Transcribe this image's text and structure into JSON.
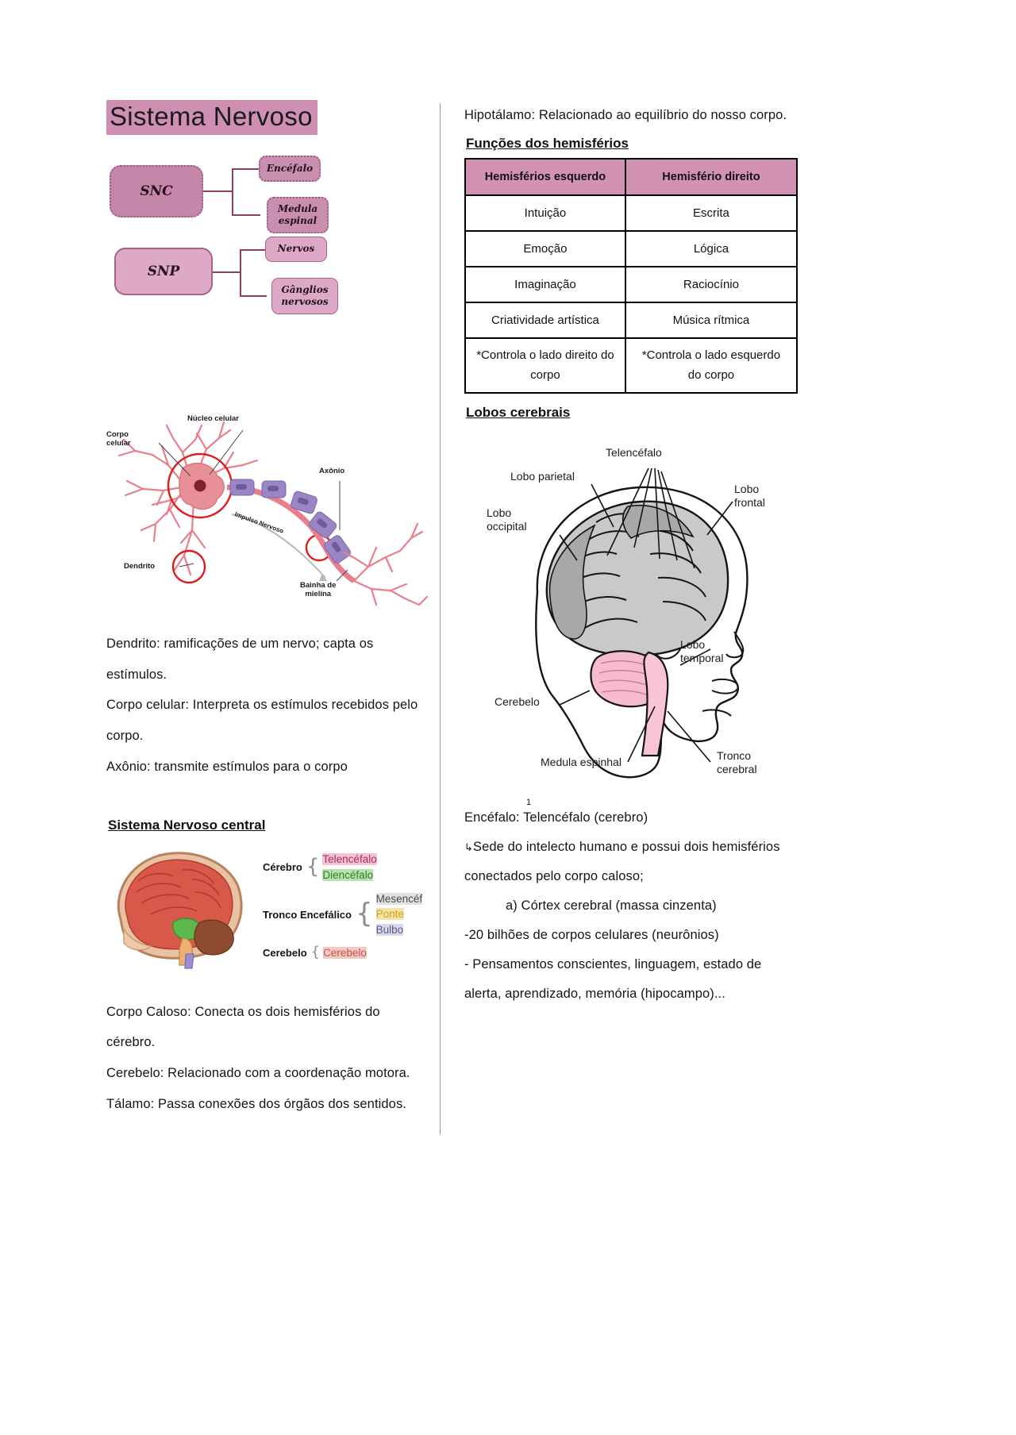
{
  "document": {
    "title": "Sistema Nervoso"
  },
  "left_column": {
    "flowchart": {
      "cns": {
        "root": "SNC",
        "children": [
          "Encéfalo",
          "Medula\nespinal"
        ]
      },
      "pns": {
        "root": "SNP",
        "children": [
          "Nervos",
          "Gânglios\nnervosos"
        ]
      }
    },
    "neuron_figure": {
      "labels": {
        "corpo_celular": "Corpo\ncelular",
        "nucleo_celular": "Núcleo celular",
        "axonio": "Axônio",
        "dendrito": "Dendrito",
        "bainha_mielina": "Bainha de\nmielina",
        "impulso_nervoso": "Impulso Nervoso"
      }
    },
    "definitions": [
      "Dendrito: ramificações de um  nervo; capta os estímulos.",
      "Corpo celular: Interpreta os estímulos recebidos pelo corpo.",
      "Axônio: transmite estímulos para o corpo"
    ],
    "section_heading": "Sistema Nervoso central",
    "brain_legend": [
      {
        "name": "Cérebro",
        "items": [
          {
            "text": "Telencéfalo",
            "color": "#b5295b",
            "highlight": "#f2c3d4"
          },
          {
            "text": "Diencéfalo",
            "color": "#2f7d32",
            "highlight": "#b9e3ac"
          }
        ]
      },
      {
        "name": "Tronco Encefálico",
        "items": [
          {
            "text": "Mesencéf",
            "color": "#4a4a4a",
            "highlight": "#e2e2e2"
          },
          {
            "text": "Ponte",
            "color": "#c9a227",
            "highlight": "#f5e3a8"
          },
          {
            "text": "Bulbo",
            "color": "#5b5b8a",
            "highlight": "#d9d9ea"
          }
        ]
      },
      {
        "name": "Cerebelo",
        "items": [
          {
            "text": "Cerebelo",
            "color": "#c0564a",
            "highlight": "#f4c9c2"
          }
        ]
      }
    ],
    "definitions_2": [
      "Corpo Caloso: Conecta os dois hemisférios do cérebro.",
      "Cerebelo: Relacionado com a coordenação motora.",
      "Tálamo: Passa conexões dos órgãos dos sentidos."
    ]
  },
  "right_column": {
    "intro_text": "Hipotálamo: Relacionado ao equilíbrio do nosso corpo.",
    "table_heading": "Funções dos hemisférios",
    "table": {
      "headers": [
        "Hemisférios esquerdo",
        "Hemisfério direito"
      ],
      "rows": [
        [
          "Intuição",
          "Escrita"
        ],
        [
          "Emoção",
          "Lógica"
        ],
        [
          "Imaginação",
          "Raciocínio"
        ],
        [
          "Criatividade artística",
          "Música rítmica"
        ],
        [
          "*Controla o lado direito do corpo",
          "*Controla o lado esquerdo do corpo"
        ]
      ]
    },
    "lobes_heading": "Lobos cerebrais",
    "lobes_figure": {
      "labels": {
        "telencefalo": "Telencéfalo",
        "lobo_parietal": "Lobo parietal",
        "lobo_frontal": "Lobo\nfrontal",
        "lobo_occipital": "Lobo\noccipital",
        "lobo_temporal": "Lobo\ntemporal",
        "cerebelo": "Cerebelo",
        "medula_espinhal": "Medula espinhal",
        "tronco_cerebral": "Tronco\ncerebral"
      }
    },
    "notes": {
      "marker": "1",
      "line_1": "Encéfalo:   Telencéfalo (cerebro)",
      "line_2": "Sede do intelecto humano e possui dois hemisférios conectados pelo corpo caloso;",
      "line_2_prefix": "↳",
      "line_3": "a)     Córtex cerebral (massa cinzenta)",
      "line_4": "-20 bilhões de corpos celulares (neurônios)",
      "line_5": "- Pensamentos conscientes, linguagem, estado de alerta, aprendizado, memória (hipocampo)..."
    }
  },
  "colors": {
    "title_highlight": "#cf8fb2",
    "subhead_highlight": "#f3d3e1",
    "table_header": "#d192b4",
    "node_dark": "#c486a9",
    "node_light": "#dda9c6",
    "connector": "#8d3f63"
  }
}
